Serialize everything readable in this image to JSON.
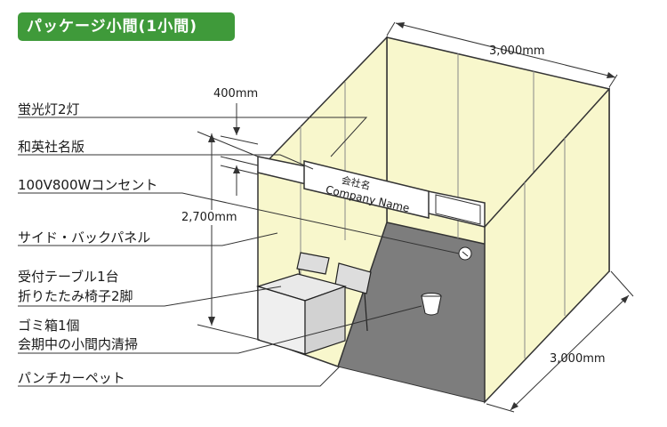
{
  "title": "パッケージ小間(1小間)",
  "labels": {
    "fluorescent": "蛍光灯2灯",
    "nameplate": "和英社名版",
    "outlet": "100V800Wコンセント",
    "panel": "サイド・バックパネル",
    "reception_line1": "受付テーブル1台",
    "reception_line2": "折りたたみ椅子2脚",
    "trash_line1": "ゴミ箱1個",
    "trash_line2": "会期中の小間内清掃",
    "carpet": "パンチカーペット"
  },
  "sign": {
    "line1": "会社名",
    "line2": "Company Name"
  },
  "dimensions": {
    "width": "3,000mm",
    "depth": "3,000mm",
    "height": "2,700mm",
    "fascia": "400mm"
  },
  "colors": {
    "panel": "#f8f7cc",
    "floor": "#7d7d7d",
    "badge": "#3f9a3a",
    "line": "#333333"
  }
}
